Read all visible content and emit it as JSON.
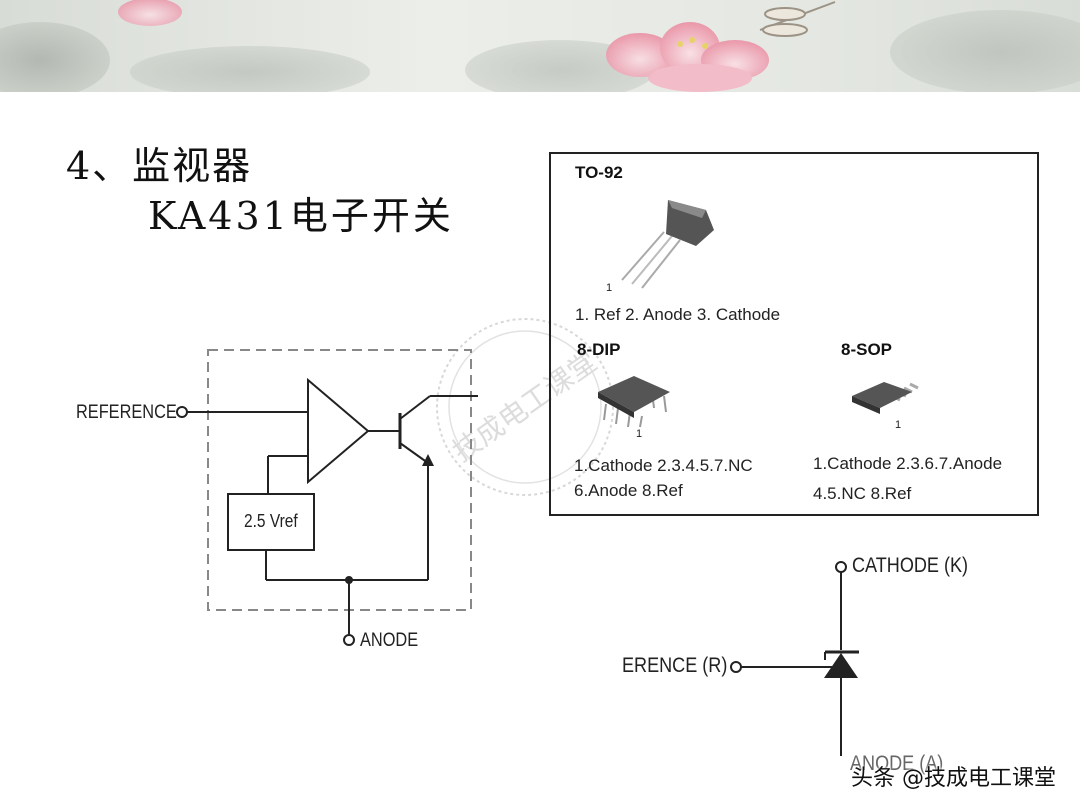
{
  "slide": {
    "heading_number": "4、监视器",
    "heading_sub": "KA431电子开关"
  },
  "circuit": {
    "reference_label": "REFERENCE",
    "vref_label": "2.5 Vref",
    "anode_label": "ANODE"
  },
  "packages": {
    "to92": {
      "title": "TO-92",
      "pin_marker": "1",
      "pins": "1. Ref 2. Anode 3. Cathode"
    },
    "dip8": {
      "title": "8-DIP",
      "pin_marker": "1",
      "pins_line1": "1.Cathode 2.3.4.5.7.NC",
      "pins_line2": "6.Anode 8.Ref"
    },
    "sop8": {
      "title": "8-SOP",
      "pin_marker": "1",
      "pins_line1": "1.Cathode 2.3.6.7.Anode",
      "pins_line2": "4.5.NC 8.Ref"
    }
  },
  "symbol": {
    "cathode_label": "CATHODE (K)",
    "reference_label": "ERENCE (R)",
    "anode_label": "ANODE (A)"
  },
  "watermark": {
    "text": "技成电工课堂"
  },
  "footer": {
    "credit": "头条 @技成电工课堂"
  }
}
